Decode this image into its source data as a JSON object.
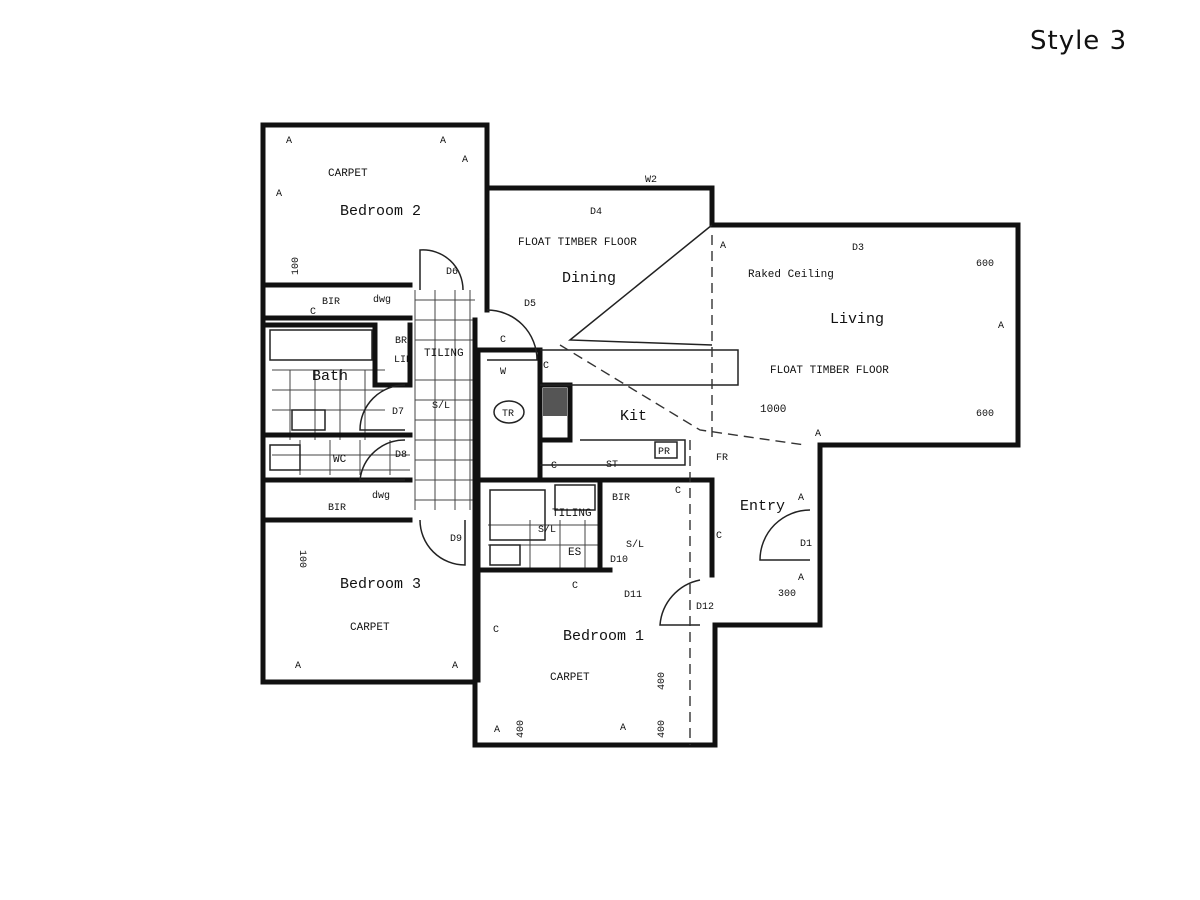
{
  "title": "Style 3",
  "rooms": {
    "bedroom2": "Bedroom 2",
    "bedroom3": "Bedroom 3",
    "bedroom1": "Bedroom 1",
    "dining": "Dining",
    "living": "Living",
    "kit": "Kit",
    "entry": "Entry",
    "bath": "Bath",
    "wc": "WC",
    "es": "ES"
  },
  "notes": {
    "carpet": "CARPET",
    "float_timber": "FLOAT TIMBER FLOOR",
    "raked_ceiling": "Raked Ceiling",
    "tiling": "TILING",
    "bir": "BIR",
    "dwg": "dwg",
    "lin": "LIN",
    "br": "BR",
    "w": "W",
    "tr": "TR",
    "st": "ST",
    "pr": "PR",
    "fr": "FR",
    "sl": "S/L",
    "c": "C",
    "a": "A"
  },
  "doors": [
    "D1",
    "D3",
    "D4",
    "D5",
    "D6",
    "D7",
    "D8",
    "D9",
    "D10",
    "D11",
    "D12"
  ],
  "windows": [
    "W2"
  ],
  "dimensions": [
    "100",
    "100",
    "600",
    "600",
    "1000",
    "300",
    "400",
    "400",
    "400"
  ]
}
